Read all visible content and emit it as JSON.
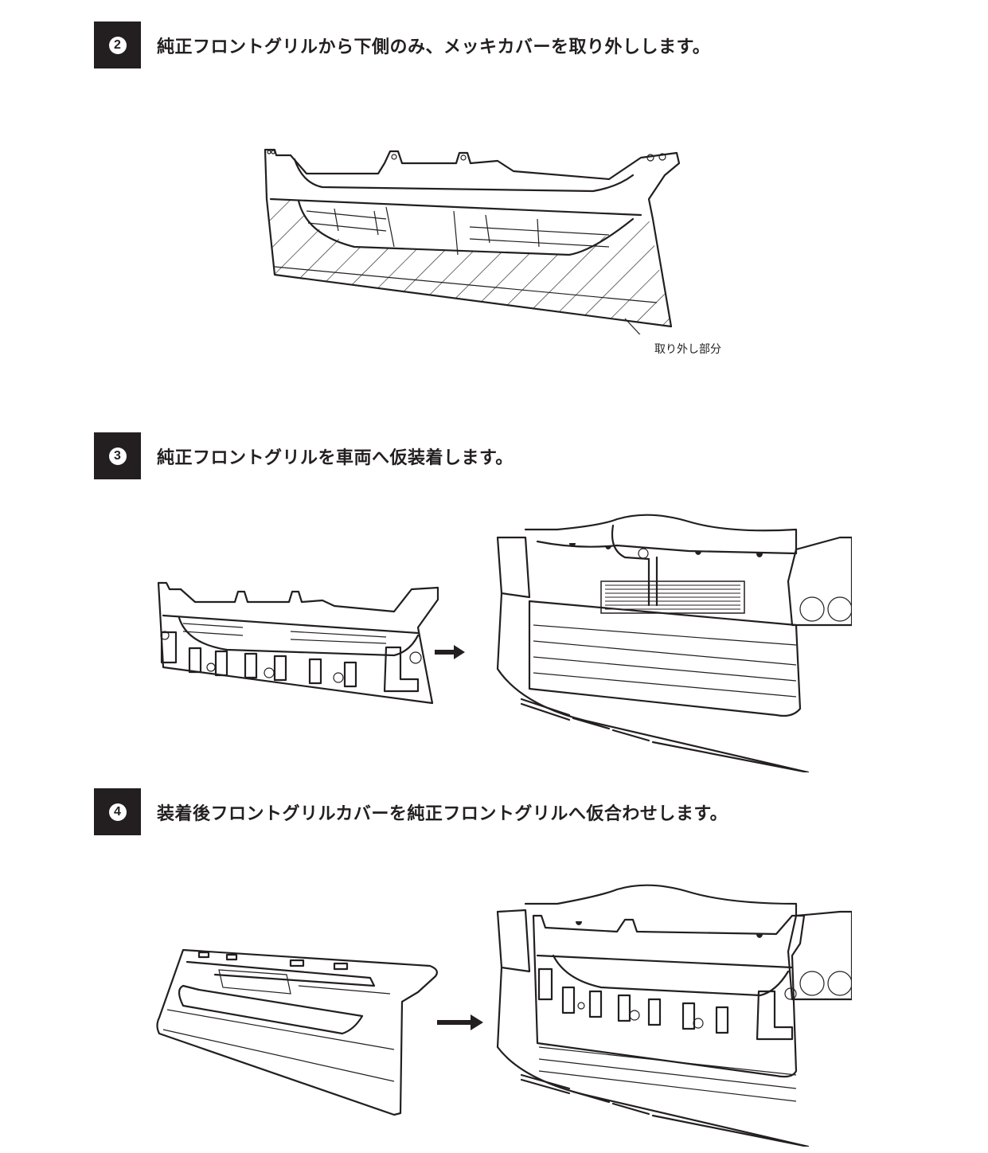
{
  "steps": [
    {
      "number": "2",
      "text": "純正フロントグリルから下側のみ、メッキカバーを取り外しします。",
      "callout": "取り外し部分",
      "illustrations": [
        "stock-grille-with-lower-plated-cover-hatched"
      ]
    },
    {
      "number": "3",
      "text": "純正フロントグリルを車両へ仮装着します。",
      "illustrations": [
        "stock-grille-without-plated-cover",
        "arrow-right",
        "stock-grille-mounted-on-vehicle"
      ]
    },
    {
      "number": "4",
      "text": "装着後フロントグリルカバーを純正フロントグリルへ仮合わせします。",
      "illustrations": [
        "aftermarket-grille-cover",
        "arrow-right",
        "grille-cover-test-fit-on-vehicle"
      ]
    }
  ],
  "colors": {
    "ink": "#231f20",
    "background": "#ffffff"
  }
}
